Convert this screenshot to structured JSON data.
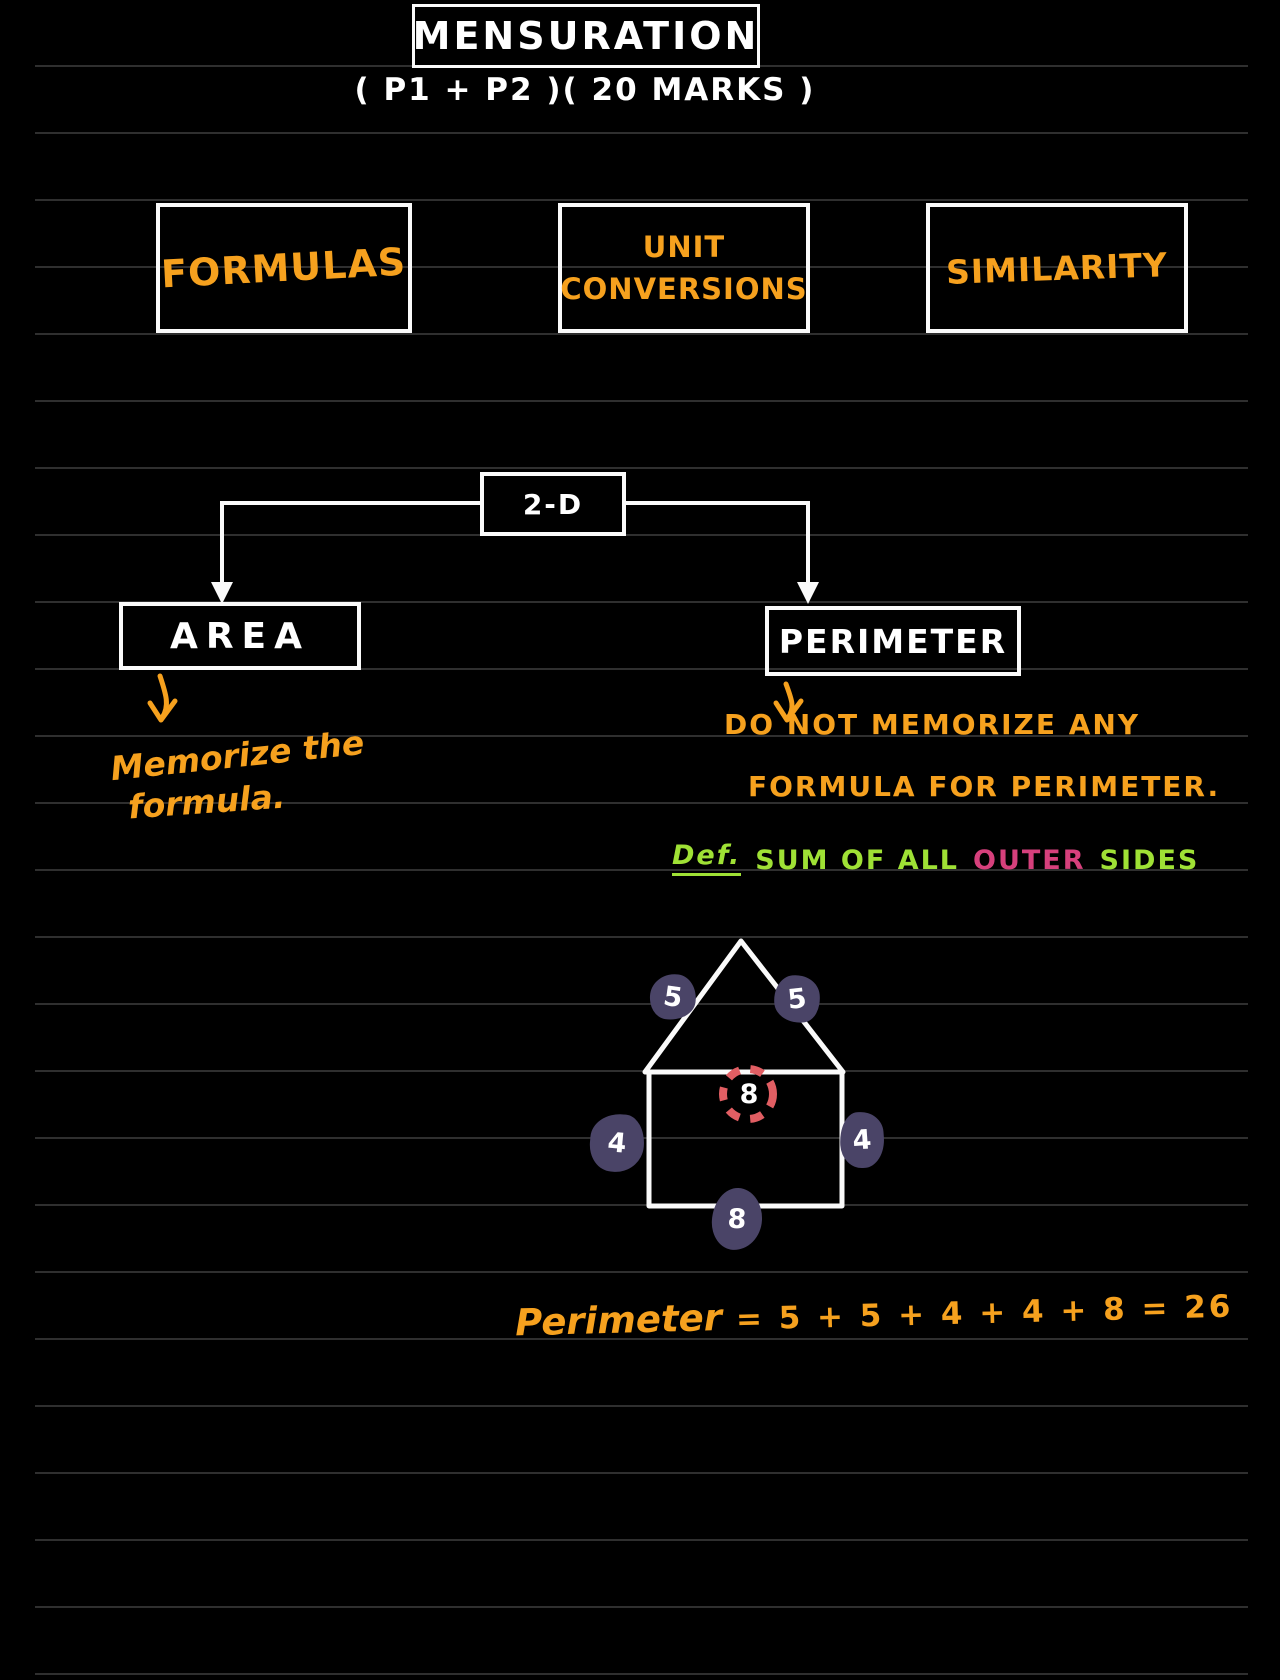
{
  "header": {
    "title": "MENSURATION",
    "subtitle": "( P1  +  P2 )( 20 MARKS )"
  },
  "topics": {
    "formulas": "FORMULAS",
    "unit_line1": "UNIT",
    "unit_line2": "CONVERSIONS",
    "similarity": "SIMILARITY"
  },
  "flowchart": {
    "root": "2-D",
    "area": "AREA",
    "perimeter": "PERIMETER"
  },
  "notes": {
    "area1": "Memorize the",
    "area2": "formula.",
    "perimeter1": "DO NOT MEMORIZE ANY",
    "perimeter2": "FORMULA FOR PERIMETER.",
    "def_label": "Def.",
    "def_text": "SUM OF ALL",
    "def_highlight": "OUTER",
    "def_tail": "SIDES"
  },
  "shape": {
    "roof_left": "5",
    "roof_right": "5",
    "inner_side": "8",
    "left_side": "4",
    "right_side": "4",
    "base": "8"
  },
  "equation": {
    "label": "Perimeter",
    "body": "= 5 + 5 + 4 + 4 + 8  =  26"
  },
  "colors": {
    "background": "#000000",
    "ruled_line": "#2F2F2F",
    "ink_white": "#FAFAFA",
    "marker_orange": "#F6A11E",
    "marker_green": "#9FE135",
    "marker_pink": "#D6407C",
    "dashed_ring_red": "#E15E63",
    "highlight_blob_purple": "#4A4467"
  }
}
